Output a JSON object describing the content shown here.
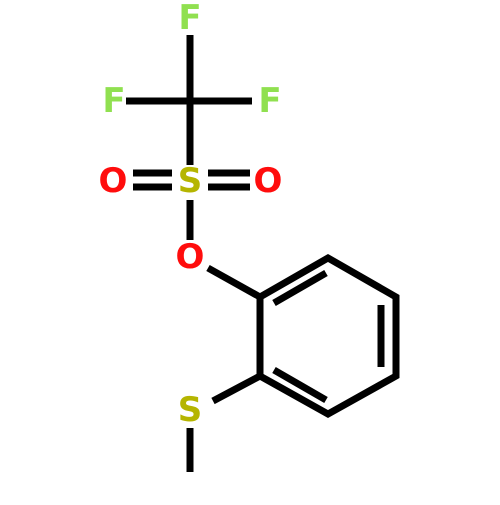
{
  "molecule": {
    "atoms": {
      "f_top": "F",
      "f_left": "F",
      "f_right": "F",
      "sulfonyl_s": "S",
      "sulfonyl_o_left": "O",
      "sulfonyl_o_right": "O",
      "ester_o": "O",
      "thioether_s": "S"
    },
    "colors": {
      "bond": "#000000",
      "fluorine": "#90e050",
      "sulfur": "#b5b500",
      "oxygen": "#ff0d0d"
    }
  }
}
